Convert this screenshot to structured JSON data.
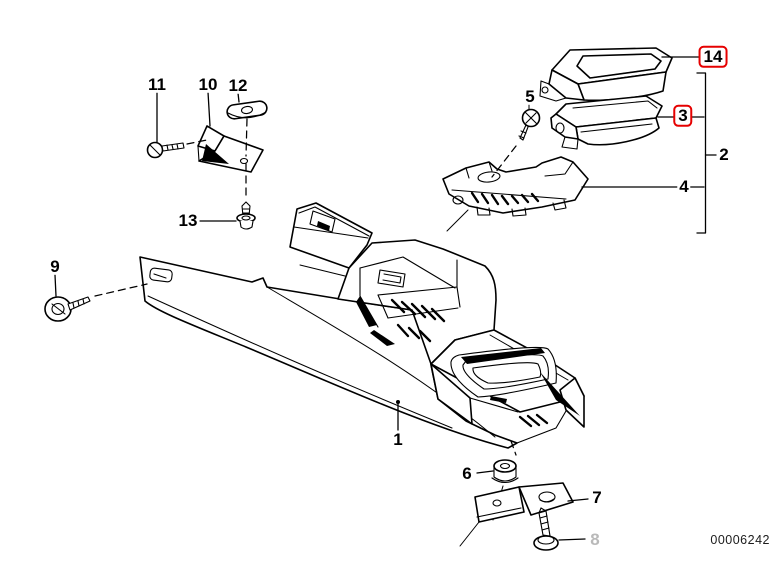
{
  "diagram": {
    "type": "exploded-parts-diagram",
    "subject": "center console storage tray and ashtray assembly",
    "image_code": "00006242",
    "colors": {
      "line": "#000000",
      "highlight": "#e60000",
      "muted_label": "#b9b9b9",
      "code_text": "#1c1c1c",
      "background": "#ffffff"
    },
    "callouts": [
      {
        "label": "1",
        "highlighted": false,
        "muted": false
      },
      {
        "label": "2",
        "highlighted": false,
        "muted": false
      },
      {
        "label": "3",
        "highlighted": true,
        "muted": false
      },
      {
        "label": "4",
        "highlighted": false,
        "muted": false
      },
      {
        "label": "5",
        "highlighted": false,
        "muted": false
      },
      {
        "label": "6",
        "highlighted": false,
        "muted": false
      },
      {
        "label": "7",
        "highlighted": false,
        "muted": false
      },
      {
        "label": "8",
        "highlighted": false,
        "muted": true
      },
      {
        "label": "9",
        "highlighted": false,
        "muted": false
      },
      {
        "label": "10",
        "highlighted": false,
        "muted": false
      },
      {
        "label": "11",
        "highlighted": false,
        "muted": false
      },
      {
        "label": "12",
        "highlighted": false,
        "muted": false
      },
      {
        "label": "13",
        "highlighted": false,
        "muted": false
      },
      {
        "label": "14",
        "highlighted": true,
        "muted": false
      }
    ]
  }
}
